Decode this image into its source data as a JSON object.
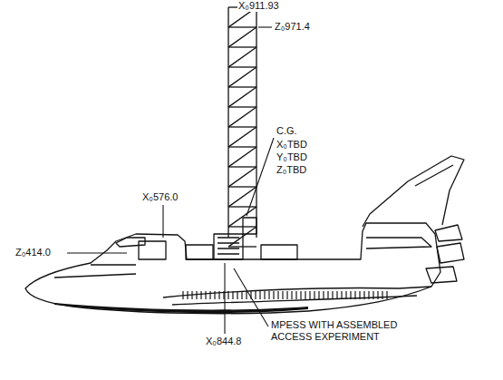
{
  "diagram": {
    "labels": [
      "X₀911.93",
      "Z₀971.4",
      "C.G.",
      "X₀TBD",
      "Y₀TBD",
      "Z₀TBD",
      "X₀576.0",
      "Z₀414.0",
      "X₀844.8",
      "MPESS WITH ASSEMBLED ACCESS EXPERIMENT"
    ]
  }
}
